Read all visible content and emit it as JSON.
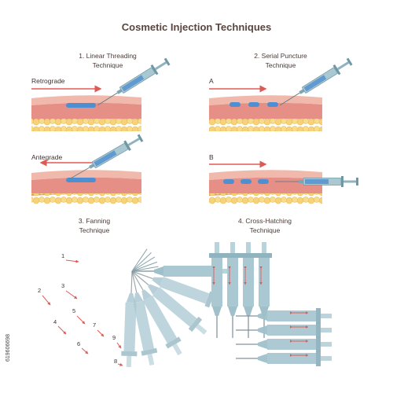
{
  "title": "Cosmetic Injection Techniques",
  "sections": {
    "linear_threading": {
      "title_line1": "1. Linear Threading",
      "title_line2": "Technique",
      "retrograde": "Retrograde",
      "antegrade": "Antegrade"
    },
    "serial_puncture": {
      "title_line1": "2. Serial Puncture",
      "title_line2": "Technique",
      "a": "A",
      "b": "B"
    },
    "fanning": {
      "title_line1": "3. Fanning",
      "title_line2": "Technique",
      "numbers": [
        "1",
        "2",
        "3",
        "4",
        "5",
        "6",
        "7",
        "8",
        "9"
      ]
    },
    "cross_hatching": {
      "title_line1": "4. Cross-Hatching",
      "title_line2": "Technique"
    }
  },
  "stock_id": "619606698",
  "colors": {
    "arrow": "#e05a55",
    "syringe": "#a9c8d2",
    "syringe_dark": "#5f8896",
    "skin": "#f2b3a3",
    "fat": "#f6d27a",
    "dermis": "#e58f86",
    "filler": "#4d8fd1"
  }
}
